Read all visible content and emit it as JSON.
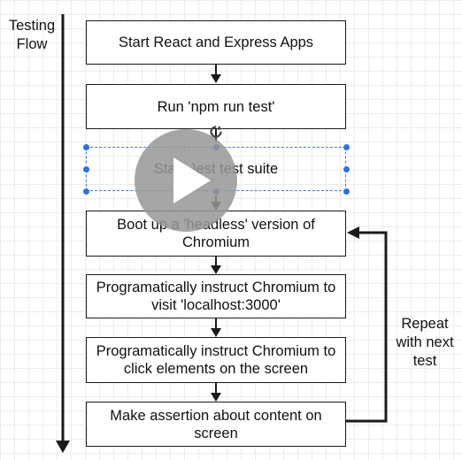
{
  "side_label": {
    "line1": "Testing",
    "line2": "Flow"
  },
  "steps": [
    {
      "line1": "Start React and Express Apps",
      "line2": ""
    },
    {
      "line1": "Run 'npm run test'",
      "line2": ""
    },
    {
      "line1": "Start Jest test suite",
      "line2": ""
    },
    {
      "line1": "Boot up a 'headless' version of",
      "line2": "Chromium"
    },
    {
      "line1": "Programatically instruct Chromium to",
      "line2": "visit 'localhost:3000'"
    },
    {
      "line1": "Programatically instruct Chromium to",
      "line2": "click elements on the screen"
    },
    {
      "line1": "Make assertion about content on",
      "line2": "screen"
    }
  ],
  "loop_label": {
    "line1": "Repeat",
    "line2": "with next",
    "line3": "test"
  },
  "colors": {
    "stroke": "#1a1a1a",
    "selection": "#3b7de0",
    "play_overlay": "rgba(150,150,150,0.85)"
  },
  "icons": {
    "overlay": "play-icon",
    "rotate": "rotate-handle-icon"
  }
}
